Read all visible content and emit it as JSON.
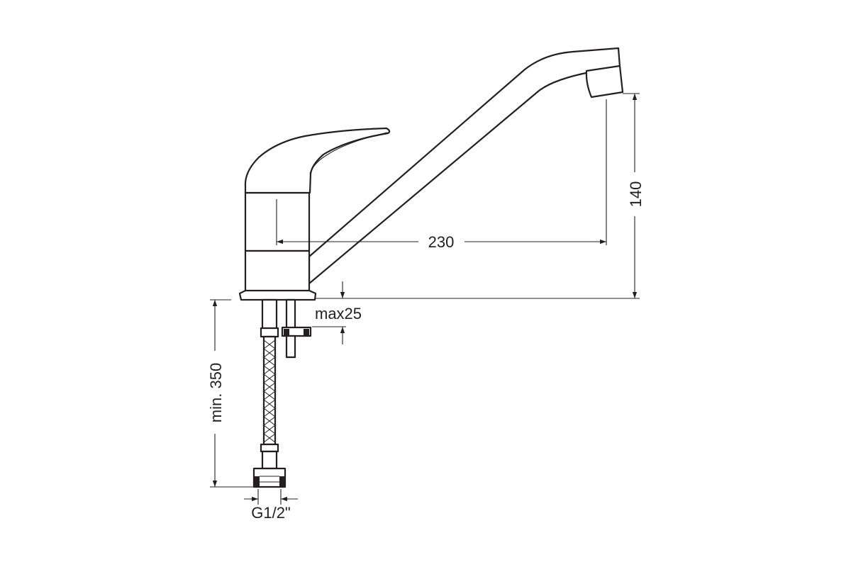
{
  "drawing": {
    "colors": {
      "line": "#231f20",
      "background": "#ffffff"
    },
    "dimensions": {
      "spout_reach": "230",
      "spout_height": "140",
      "max_deck_thickness": "max25",
      "min_hose_length": "min. 350",
      "connection_thread": "G1/2\""
    }
  }
}
